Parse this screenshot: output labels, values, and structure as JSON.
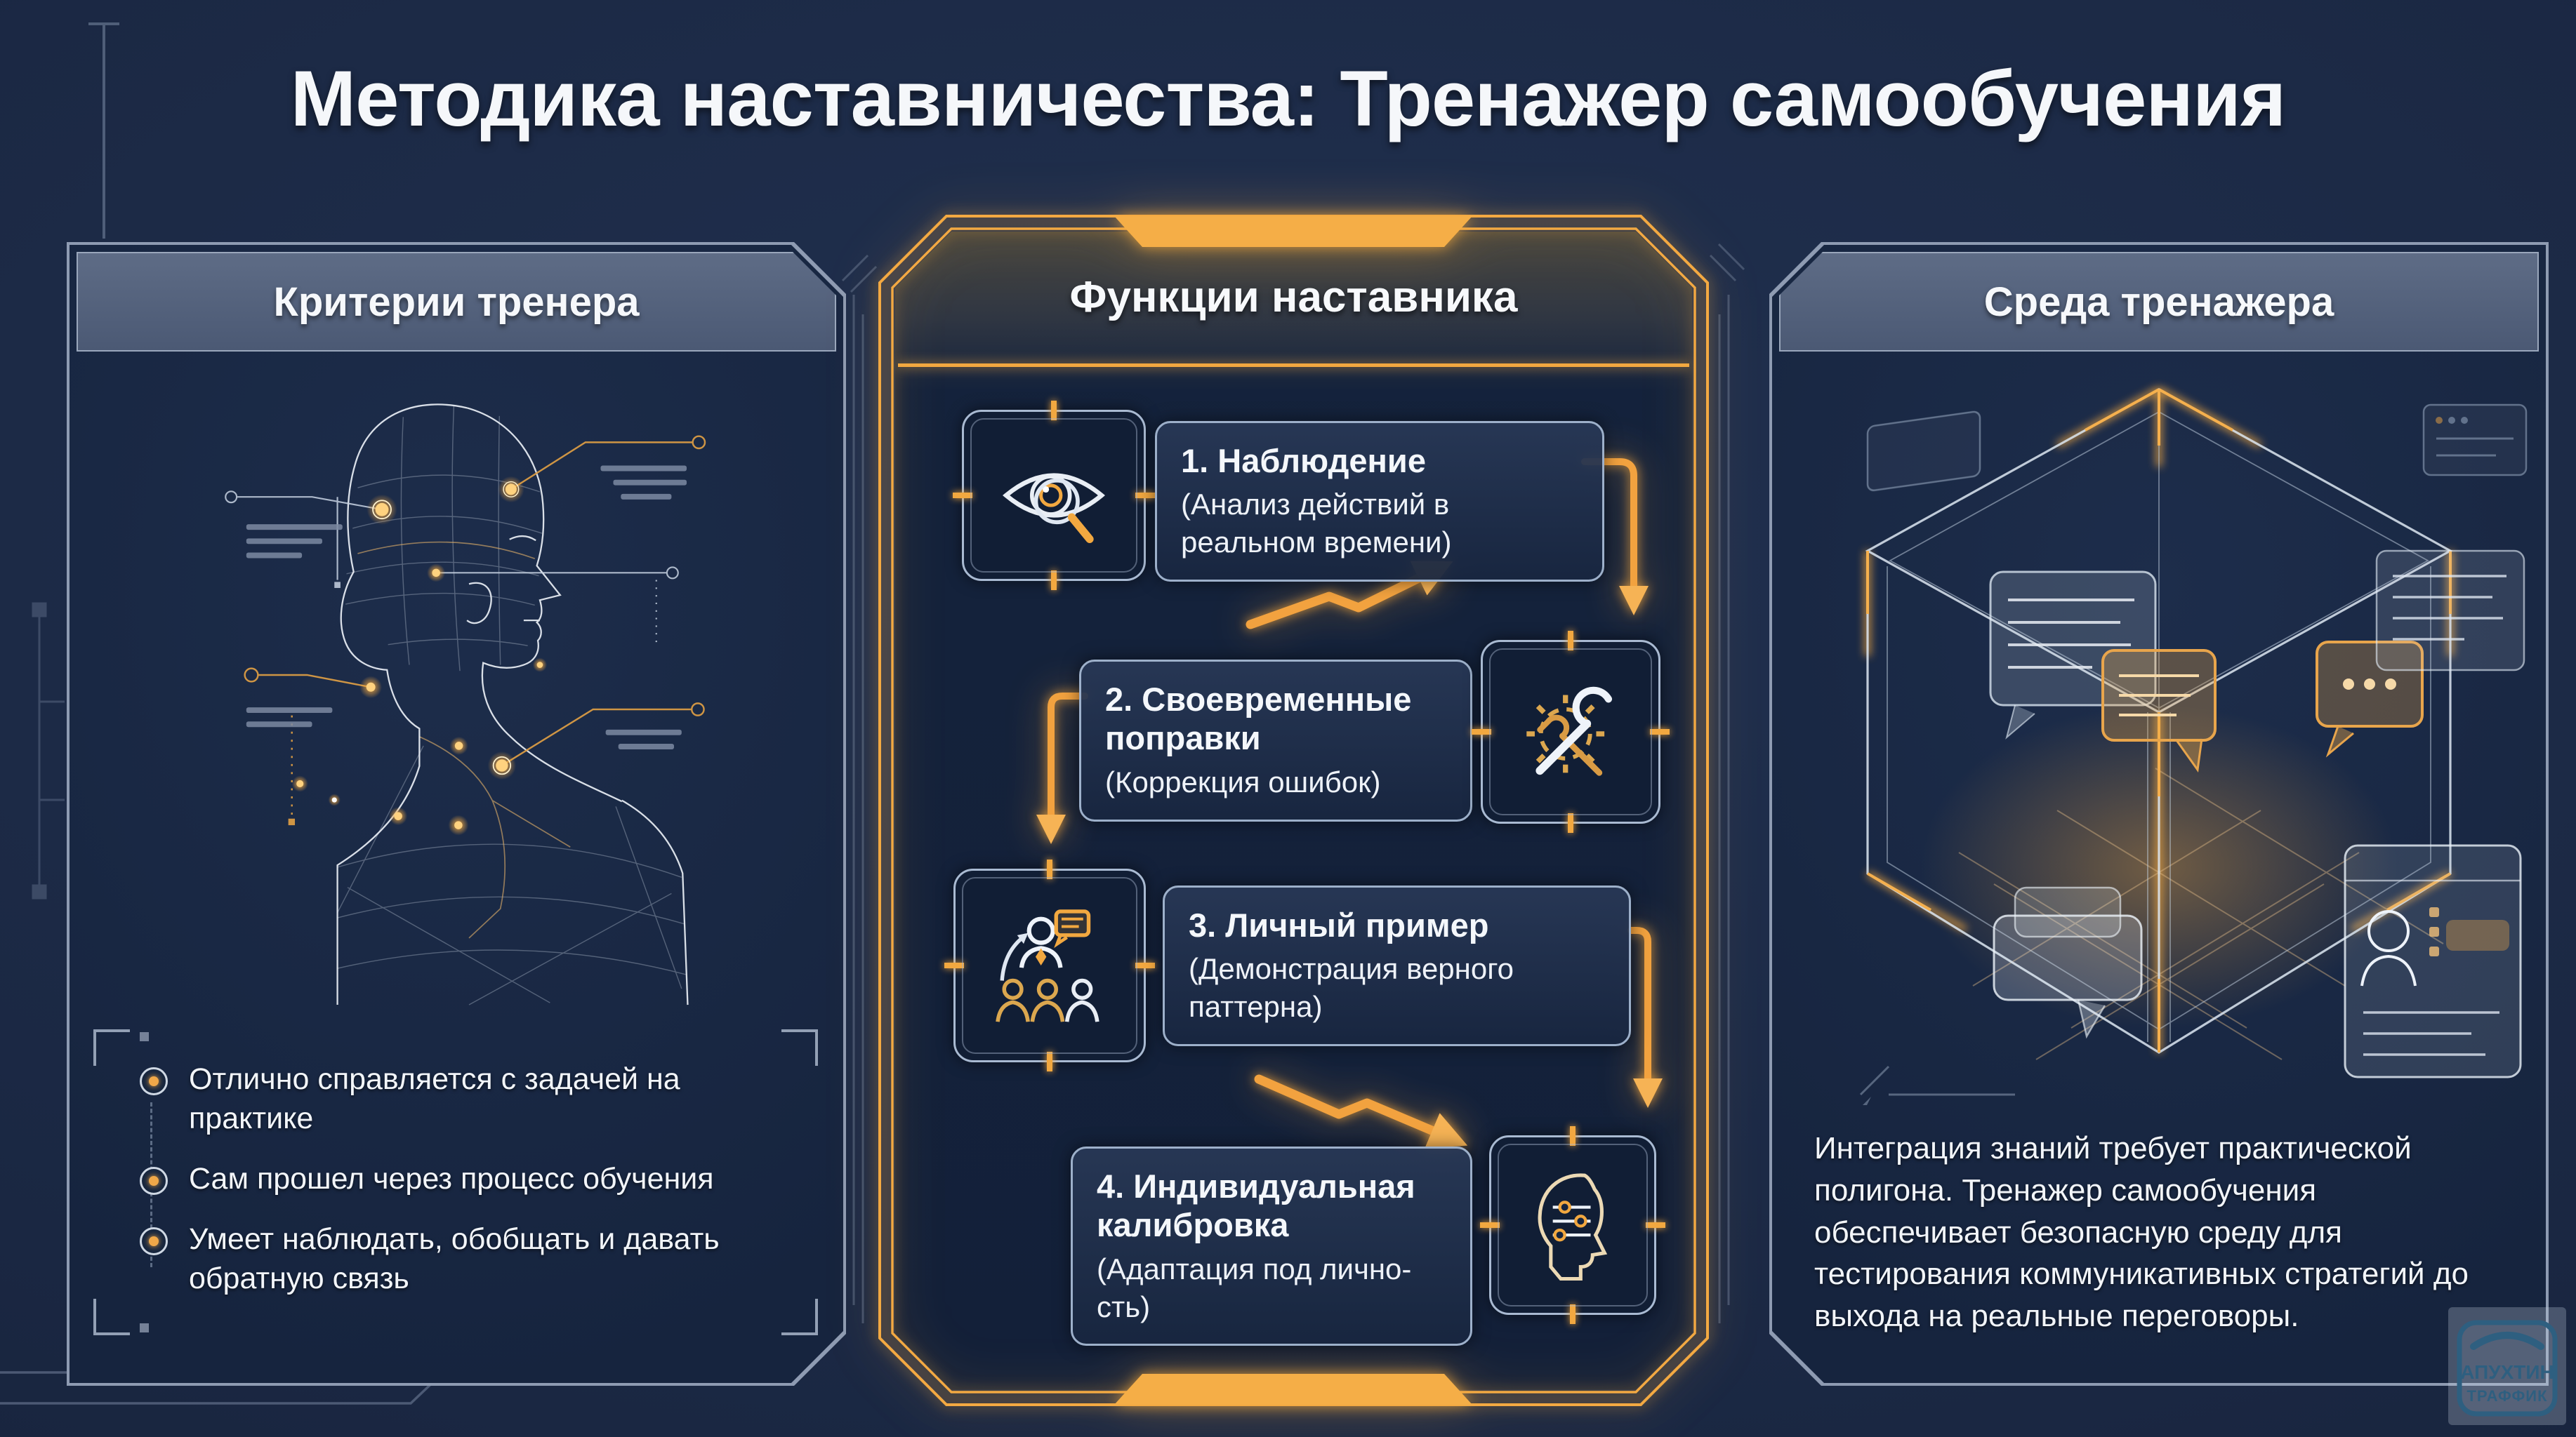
{
  "title": "Методика наставничества: Тренажер самообучения",
  "left_panel": {
    "header": "Критерии тренера",
    "illustration": "wireframe-head-icon",
    "bullets": [
      "Отлично справляется с задачей на практике",
      "Сам прошел через процесс обучения",
      "Умеет наблюдать, обобщать и давать обратную связь"
    ]
  },
  "middle_panel": {
    "header": "Функции наставника",
    "steps": [
      {
        "title": "1. Наблюдение",
        "subtitle": "(Анализ действий в реальном времени)",
        "icon": "eye-magnifier-icon"
      },
      {
        "title": "2. Своевременные поправки",
        "subtitle": "(Коррекция ошибок)",
        "icon": "wrench-gear-icon"
      },
      {
        "title": "3. Личный пример",
        "subtitle": "(Демонстрация верного паттерна)",
        "icon": "presenter-audience-icon"
      },
      {
        "title": "4. Индивидуальная калибровка",
        "subtitle": "(Адаптация под лично­сть)",
        "icon": "head-sliders-icon"
      }
    ]
  },
  "right_panel": {
    "header": "Среда тренажера",
    "illustration": "holographic-cube-icon",
    "paragraph": "Интеграция знаний требует практической полигона. Тренажер самообучения обеспечивает безопасную среду для тестирования коммуникативных стратегий до выхода на реальные переговоры."
  },
  "watermark": {
    "line1": "АПУХТИН",
    "line2": "ТРАФФИК"
  },
  "colors": {
    "background": "#1A2742",
    "panel": "#16243E",
    "header_bar": "#515F79",
    "steel_border": "#9DB0CA",
    "accent_orange": "#F2A840",
    "text": "#F4F7FB",
    "watermark_blue": "#2E5F80"
  }
}
